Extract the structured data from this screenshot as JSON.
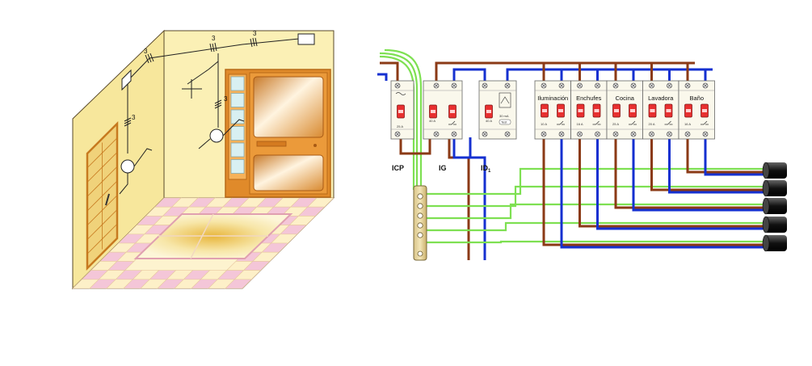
{
  "room": {
    "conductor_count_marks": [
      "3",
      "3",
      "3",
      "3",
      "3"
    ]
  },
  "panel": {
    "devices": [
      {
        "label": "ICP",
        "rating": "25 A"
      },
      {
        "label": "IG",
        "rating": "40 A"
      },
      {
        "label": "ID",
        "subscript": "1",
        "rating": "40 A",
        "sensitivity": "30 mA",
        "test_label": "Test"
      }
    ],
    "circuits": [
      {
        "label": "Iluminación",
        "rating": "10 A"
      },
      {
        "label": "Enchufes",
        "rating": "16 A"
      },
      {
        "label": "Cocina",
        "rating": "25 A"
      },
      {
        "label": "Lavadora",
        "rating": "20 A"
      },
      {
        "label": "Baño",
        "rating": "16 A"
      }
    ]
  },
  "colors": {
    "phase": "#8b3a16",
    "neutral": "#1530d0",
    "earth": "#7ee052",
    "wall_left": "#f9eca0",
    "wall_back": "#fbf0b5",
    "door": "#e08a2a",
    "breaker_red": "#e83030"
  }
}
